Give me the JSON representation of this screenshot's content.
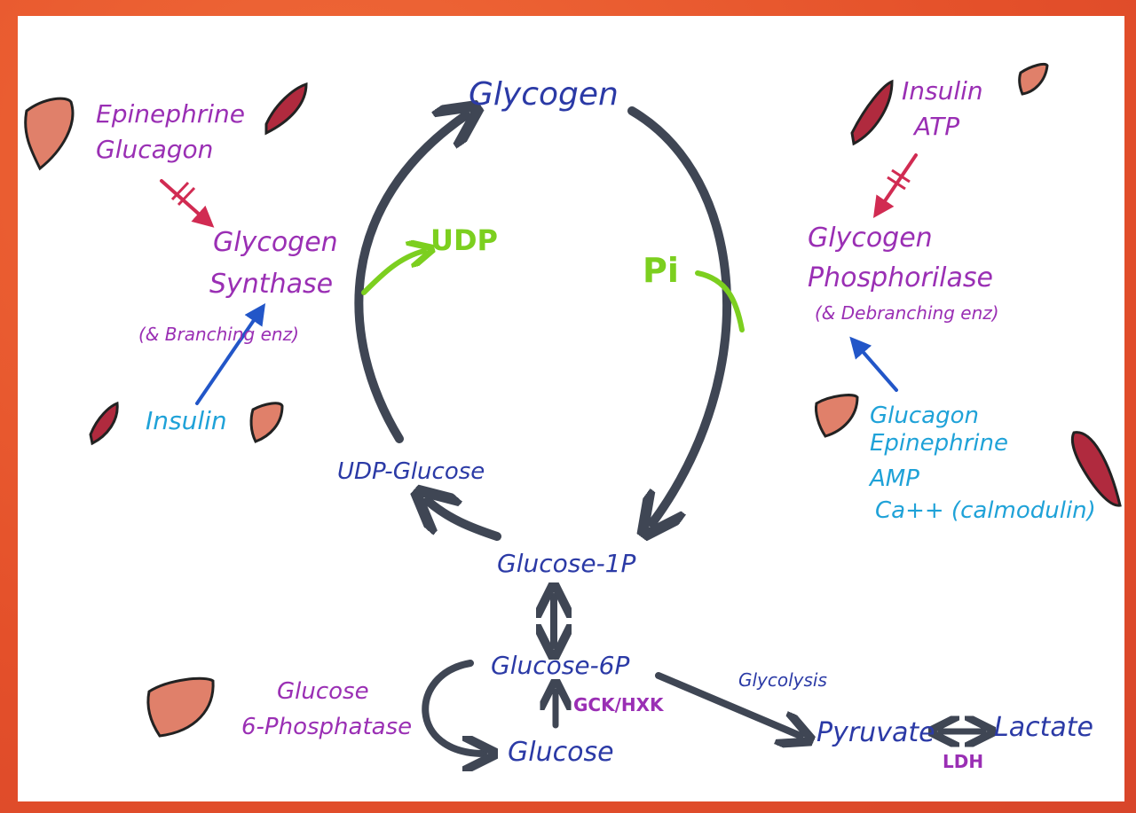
{
  "colors": {
    "pathway_blue": "#2b3aa6",
    "activator_magenta": "#9a2fb4",
    "inhibitor_red": "#d12b52",
    "insulin_cyan": "#1fa2d8",
    "byproduct_green": "#7ccf1f",
    "arrow_gray": "#3f4654",
    "liver": "#e0806a",
    "muscle": "#b02a3e",
    "border": "#e8542b"
  },
  "metabolites": {
    "glycogen": "Glycogen",
    "udp_glucose": "UDP-Glucose",
    "glucose_1p": "Glucose-1P",
    "glucose_6p": "Glucose-6P",
    "glucose": "Glucose",
    "pyruvate": "Pyruvate",
    "lactate": "Lactate"
  },
  "byproducts": {
    "udp": "UDP",
    "pi": "Pi"
  },
  "synthase": {
    "inhibitors": [
      "Epinephrine",
      "Glucagon"
    ],
    "enzyme_line1": "Glycogen",
    "enzyme_line2": "Synthase",
    "enzyme_note": "(& Branching enz)",
    "activator": "Insulin"
  },
  "phosphorylase": {
    "inhibitors": [
      "Insulin",
      "ATP"
    ],
    "enzyme_line1": "Glycogen",
    "enzyme_line2": "Phosphorilase",
    "enzyme_note": "(& Debranching enz)",
    "activators": [
      "Glucagon",
      "Epinephrine",
      "AMP",
      "Ca++ (calmodulin)"
    ]
  },
  "bottom": {
    "g6pase_line1": "Glucose",
    "g6pase_line2": "6-Phosphatase",
    "gck_hxk": "GCK/HXK",
    "glycolysis": "Glycolysis",
    "ldh": "LDH"
  },
  "icons": [
    "liver-icon",
    "muscle-icon"
  ]
}
